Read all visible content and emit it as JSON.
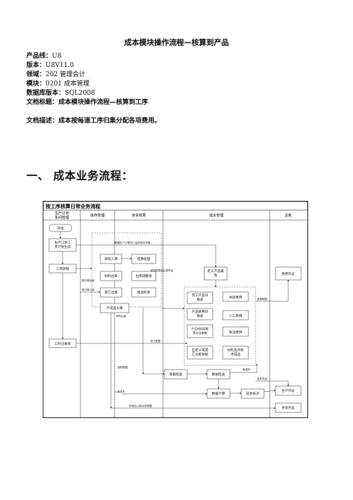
{
  "document": {
    "title": "成本模块操作流程—核算到产品",
    "meta": [
      {
        "label": "产品线：",
        "value": "U8"
      },
      {
        "label": "版本：",
        "value": "U8V11.0"
      },
      {
        "label": "领域：",
        "value": "202 管理会计"
      },
      {
        "label": "模块：",
        "value": "0201 成本管理"
      },
      {
        "label": "数据库版本：",
        "value": "SQL2008"
      },
      {
        "label": "文档标题：",
        "value": "成本模块操作流程—核算到工序"
      }
    ],
    "description": "文档描述：成本按每道工序归集分配各项费用。",
    "section_heading": "一、  成本业务流程："
  },
  "diagram": {
    "title": "按工序核算日常业务流程",
    "lanes": [
      "生产订单\n车间管理",
      "库存管理",
      "存货核算",
      "成本管理",
      "总账"
    ],
    "boxes": {
      "start": "开始",
      "po_plan": "生产订单工\n序计划生成",
      "process_report": "工序转移",
      "time_record": "工时记录单",
      "purchase_in": "采购入库",
      "material_out": "材料出库",
      "other_out": "其它出库",
      "product_in": "产成品入库",
      "settle": "结算处理",
      "out_adjust": "出库调整单",
      "return_material": "假退料单",
      "define_dept": "定义产品属\n性",
      "complete_report": "完工产品日\n报表",
      "product_daily": "产品耗用日\n报表",
      "wip_params": "产品材料定额\n等方法参数",
      "fixed_alloc": "自定义或其\n它分配依据",
      "shared_cost": "共耗费用",
      "labor_cost": "人工费用",
      "mfg_cost": "制造费用",
      "material_wip": "材料及外购\n半成品",
      "single_check": "单据检查",
      "data_check": "数据检查",
      "calc": "数据计算",
      "cost_verify": "成本核对",
      "gen_voucher": "生产凭证",
      "expense_voucher": "费用凭证",
      "stock_voucher": "存货凭证"
    },
    "labels": {
      "l1": "根据生产订单完工后的成本对象",
      "l2": "按订单出库",
      "l3": "按订单入库",
      "l4": "材料出库",
      "l5": "完工数据",
      "l6": "总账取数",
      "l7": "成本核算后生成凭证",
      "l8": "领料数据",
      "l9": "取成本",
      "l10": "入库成本",
      "l11": "单据成本计算",
      "l12": "出库成本",
      "l13": "未来库存量",
      "l14": "未来出入库业务单据",
      "l15": "成本凭证"
    }
  }
}
